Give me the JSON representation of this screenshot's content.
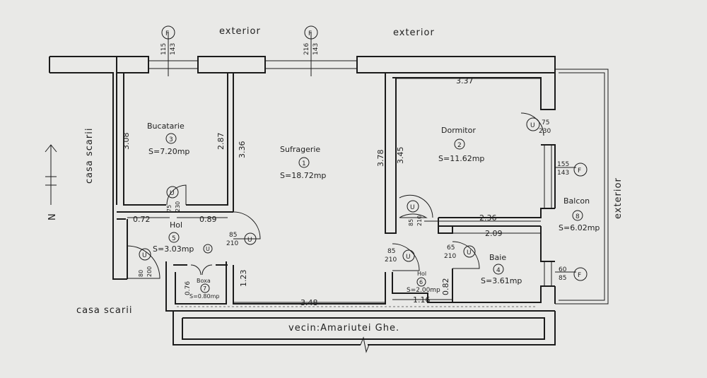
{
  "labels": {
    "exterior_top_left": "exterior",
    "exterior_top_right": "exterior",
    "exterior_right": "exterior",
    "casa_scarii_left": "casa scarii",
    "casa_scarii_bottom": "casa scarii",
    "vecin": "vecin:Amariutei Ghe.",
    "north": "N"
  },
  "rooms": {
    "bucatarie": {
      "name": "Bucatarie",
      "num": "3",
      "area": "S=7.20mp"
    },
    "sufragerie": {
      "name": "Sufragerie",
      "num": "1",
      "area": "S=18.72mp"
    },
    "dormitor": {
      "name": "Dormitor",
      "num": "2",
      "area": "S=11.62mp"
    },
    "hol5": {
      "name": "Hol",
      "num": "5",
      "area": "S=3.03mp"
    },
    "boxa": {
      "name": "Boxa",
      "num": "7",
      "area": "S=0.80mp"
    },
    "hol6": {
      "name": "Hol",
      "num": "6",
      "area": "S=2.00mp"
    },
    "baie": {
      "name": "Baie",
      "num": "4",
      "area": "S=3.61mp"
    },
    "balcon": {
      "name": "Balcon",
      "num": "8",
      "area": "S=6.02mp"
    }
  },
  "dimensions": {
    "d_337": "3.37",
    "d_308": "3.08",
    "d_287": "2.87",
    "d_336": "3.36",
    "d_378": "3.78",
    "d_345": "3.45",
    "d_072": "0.72",
    "d_089": "0.89",
    "d_236": "2.36",
    "d_209": "2.09",
    "d_123": "1.23",
    "d_348": "3.48",
    "d_116": "1.16",
    "d_082": "0.82",
    "d_076": "0.76"
  },
  "openings": {
    "win1_top": "115",
    "win1_bot": "143",
    "win1_sym": "F",
    "win2_top": "216",
    "win2_bot": "143",
    "win2_sym": "F",
    "win3_top": "155",
    "win3_bot": "143",
    "win3_sym": "F",
    "win4_top": "60",
    "win4_bot": "85",
    "win4_sym": "F",
    "door_balc_top": "75",
    "door_balc_bot": "230",
    "door_balc_sym": "U",
    "door_kit_top": "75",
    "door_kit_bot": "230",
    "door_kit_sym": "U",
    "door_suf_top": "85",
    "door_suf_bot": "210",
    "door_suf_sym": "U",
    "door_dorm_top": "85",
    "door_dorm_bot": "210",
    "door_dorm_sym": "U",
    "door_entry_top": "80",
    "door_entry_bot": "200",
    "door_entry_sym": "U",
    "door_boxa_sym": "U",
    "door_hol6_top": "85",
    "door_hol6_bot": "210",
    "door_baie_top": "65",
    "door_baie_bot": "210"
  }
}
